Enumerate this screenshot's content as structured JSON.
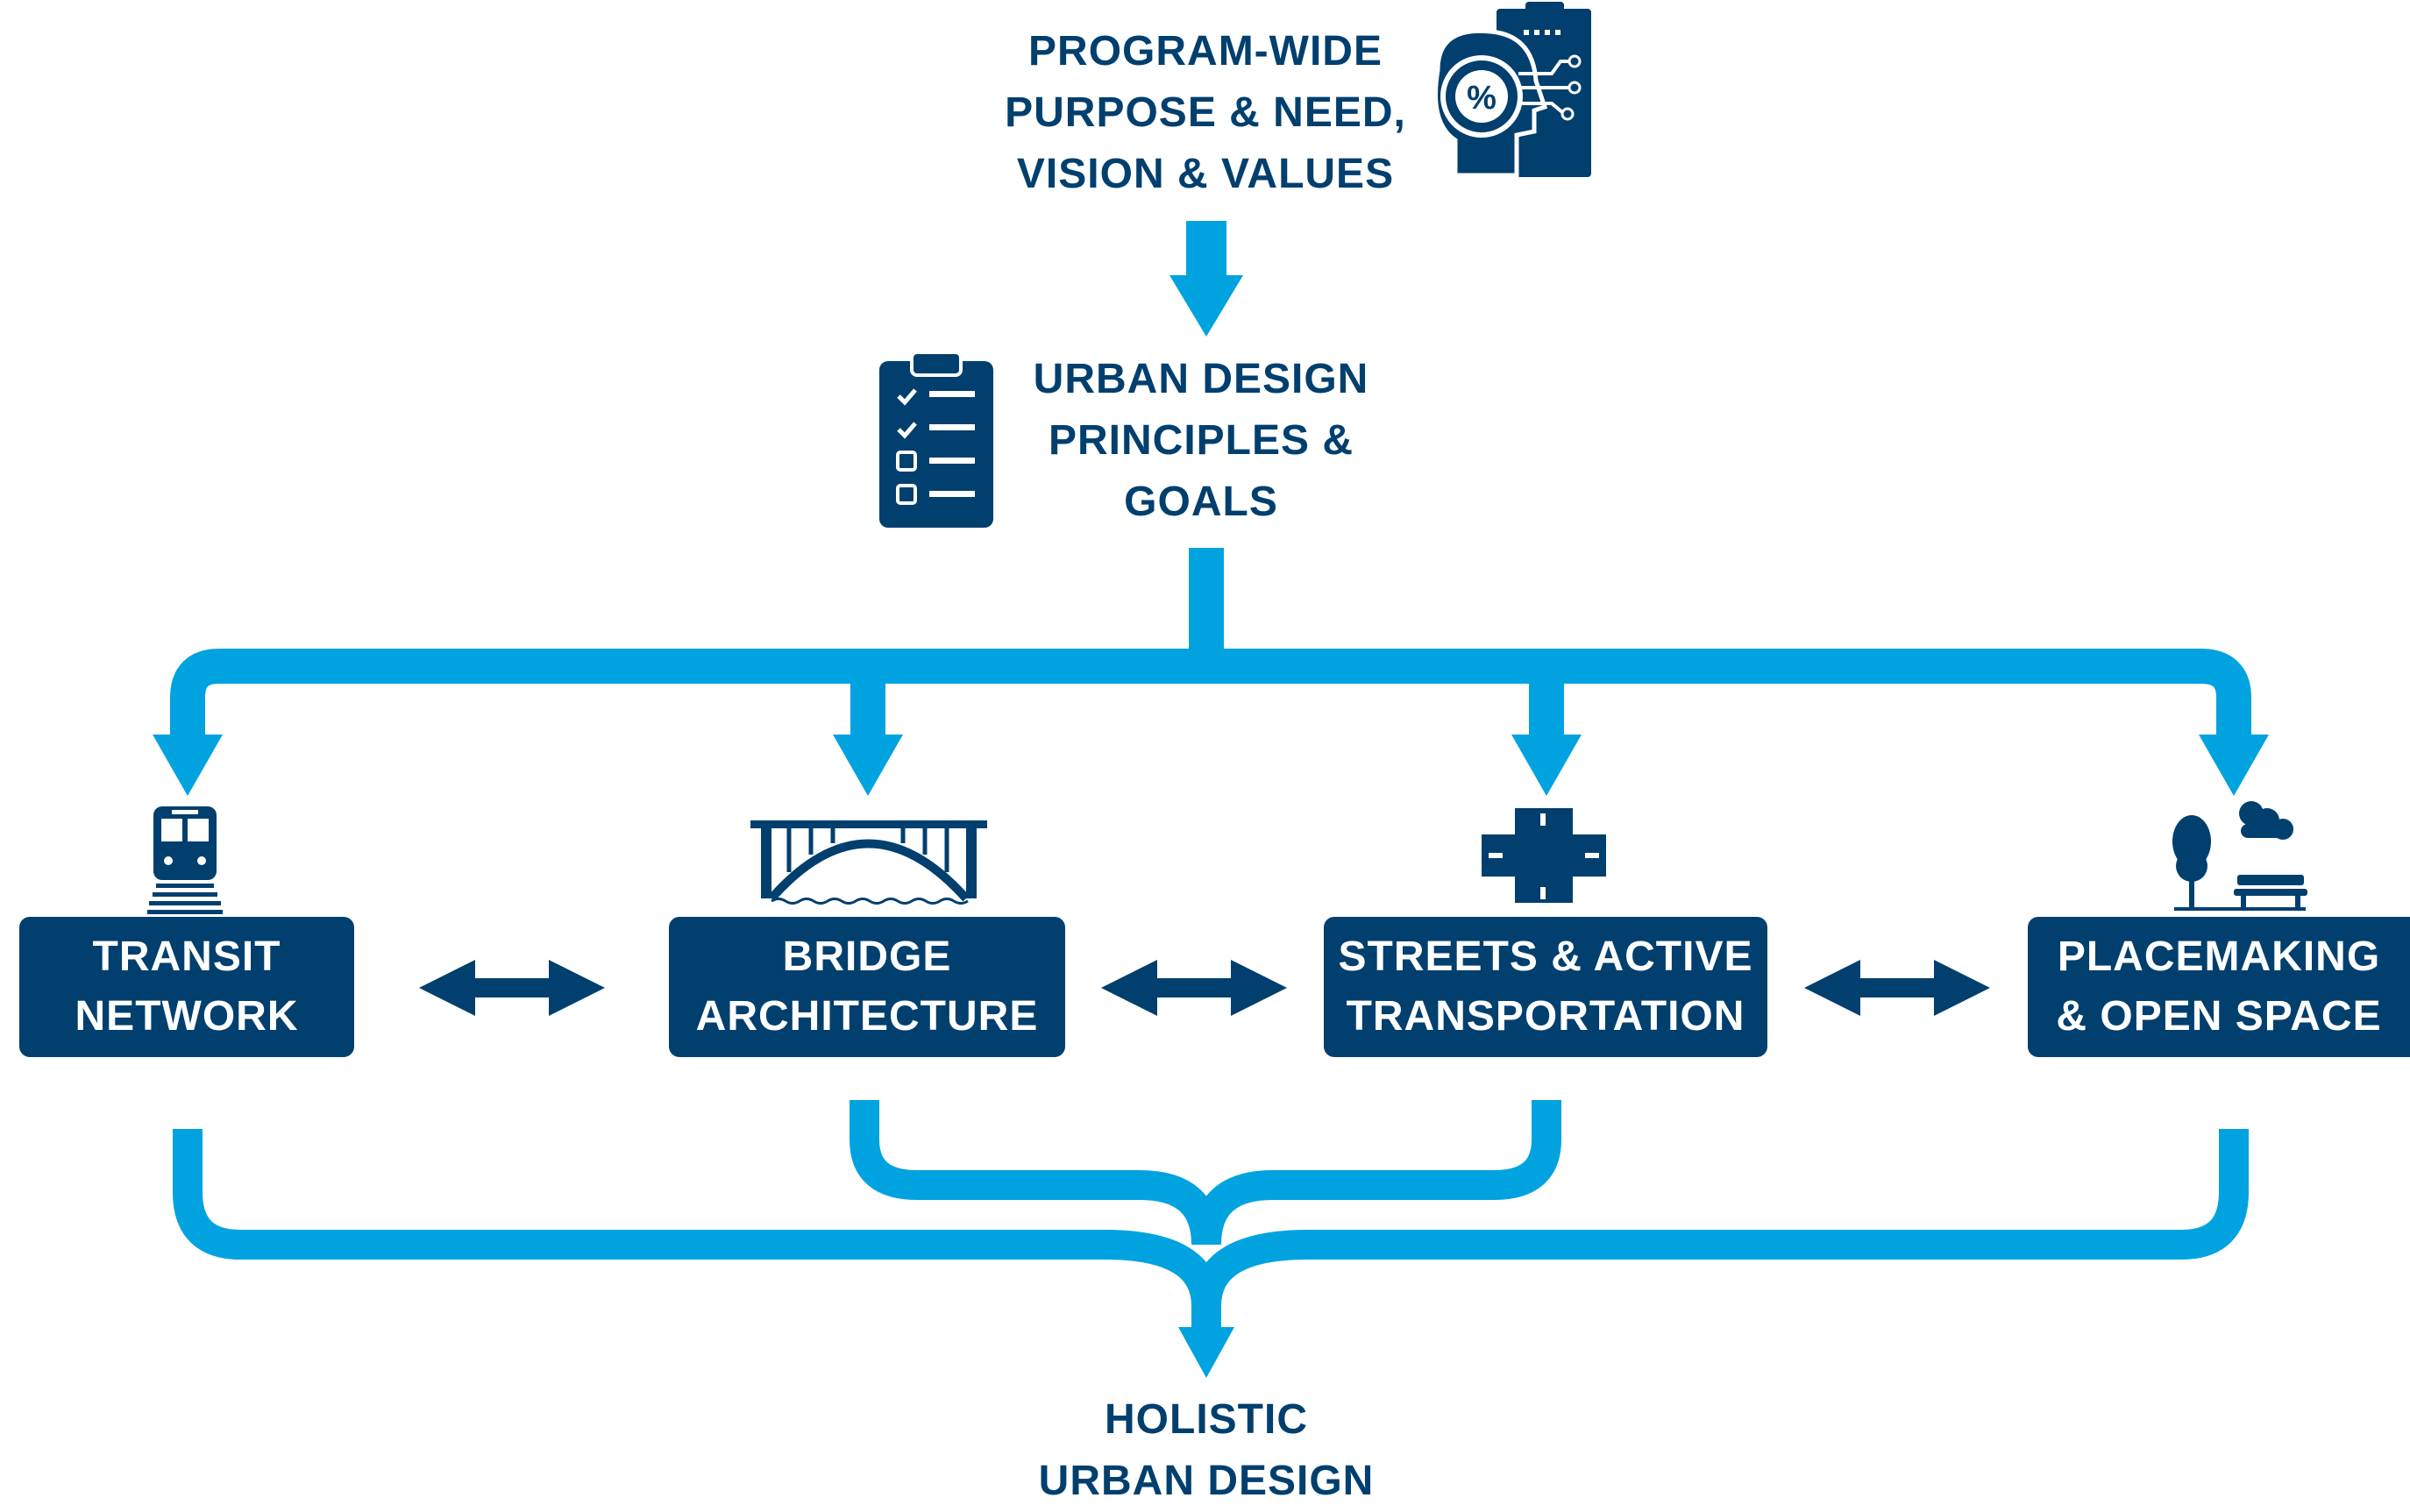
{
  "top": {
    "lines": [
      "PROGRAM-WIDE",
      "PURPOSE & NEED,",
      "VISION & VALUES"
    ],
    "icon": "mind-percent-icon"
  },
  "principles": {
    "lines": [
      "URBAN DESIGN",
      "PRINCIPLES &",
      "GOALS"
    ],
    "icon": "clipboard-checklist-icon"
  },
  "categories": [
    {
      "lines": [
        "TRANSIT",
        "NETWORK"
      ],
      "icon": "train-icon"
    },
    {
      "lines": [
        "BRIDGE",
        "ARCHITECTURE"
      ],
      "icon": "bridge-icon"
    },
    {
      "lines": [
        "STREETS & ACTIVE",
        "TRANSPORTATION"
      ],
      "icon": "intersection-icon"
    },
    {
      "lines": [
        "PLACEMAKING",
        "& OPEN SPACE"
      ],
      "icon": "park-icon"
    }
  ],
  "result": {
    "lines": [
      "HOLISTIC",
      "URBAN DESIGN"
    ]
  },
  "colors": {
    "dark_blue": "#003F6E",
    "light_blue": "#00A3E0",
    "background": "#FFFFFF"
  }
}
